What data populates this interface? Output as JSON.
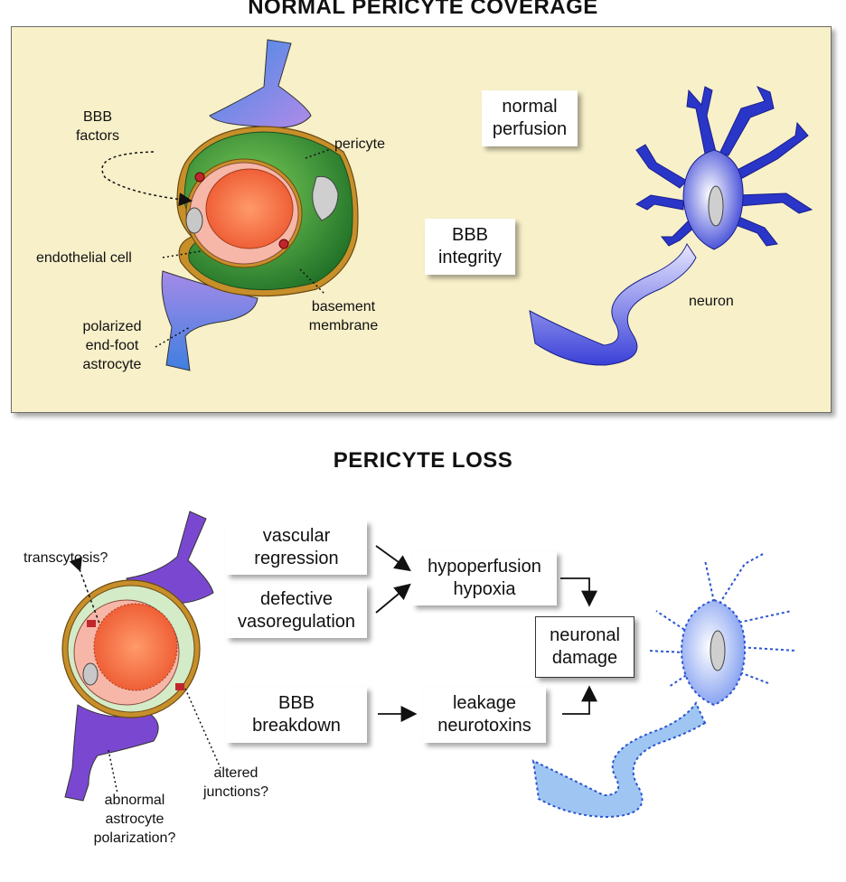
{
  "top": {
    "title": "NORMAL PERICYTE COVERAGE",
    "boxes": {
      "normal_perfusion": "normal\nperfusion",
      "bbb_integrity": "BBB\nintegrity"
    },
    "labels": {
      "bbb_factors": "BBB\nfactors",
      "pericyte": "pericyte",
      "endothelial_cell": "endothelial cell",
      "basement_membrane": "basement\nmembrane",
      "polarized_astrocyte": "polarized\nend-foot\nastrocyte",
      "neuron": "neuron"
    }
  },
  "bottom": {
    "title": "PERICYTE LOSS",
    "boxes": {
      "vascular_regression": "vascular\nregression",
      "defective_vasoregulation": "defective\nvasoregulation",
      "hypoperfusion_hypoxia": "hypoperfusion\nhypoxia",
      "neuronal_damage": "neuronal\ndamage",
      "bbb_breakdown": "BBB\nbreakdown",
      "leakage_neurotoxins": "leakage\nneurotoxins"
    },
    "labels": {
      "transcytosis": "transcytosis?",
      "altered_junctions": "altered\njunctions?",
      "abnormal_astrocyte": "abnormal\nastrocyte\npolarization?"
    }
  },
  "colors": {
    "panel_bg": "#f8f0c9",
    "pericyte_green": "#2f8a2f",
    "basement_brown": "#b07a1c",
    "endothelial_pink": "#f6b3a6",
    "lumen_orange": "#f26a3e",
    "astrocyte_purple": "#8a6bd6",
    "neuron_blue": "#2a36c8"
  }
}
